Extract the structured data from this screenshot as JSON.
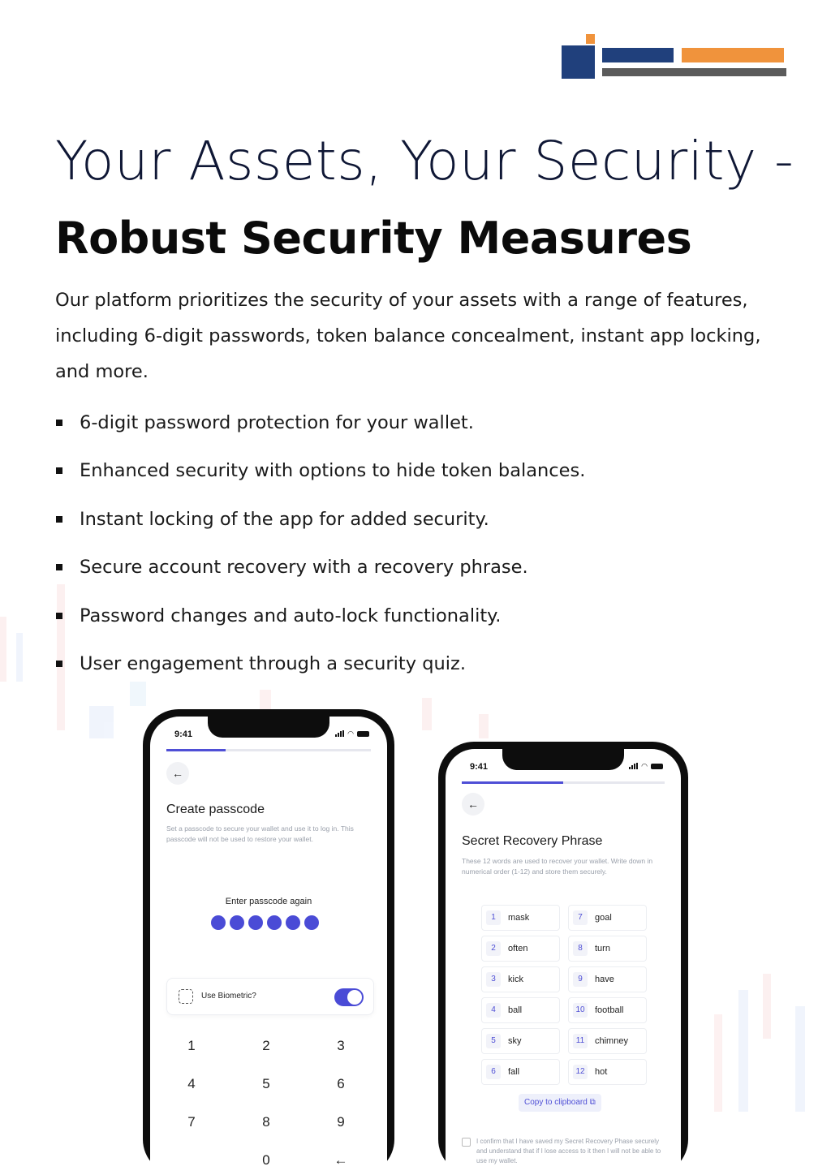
{
  "header": {
    "title_line1": "Your Assets, Your Security -",
    "title_line2": "Robust Security Measures",
    "intro": "Our platform prioritizes the security of your assets with a range of features, including 6-digit passwords, token balance concealment, instant app locking, and more."
  },
  "features": [
    "6-digit password protection for your wallet.",
    "Enhanced security with options to hide token balances.",
    "Instant locking of the app for added security.",
    "Secure account recovery with a recovery phrase.",
    "Password changes and auto-lock functionality.",
    "User engagement through a security quiz."
  ],
  "colors": {
    "brand_blue": "#20407c",
    "brand_orange": "#f0933c",
    "accent": "#4a4bd6"
  },
  "phone1": {
    "time": "9:41",
    "title": "Create passcode",
    "description": "Set a passcode to secure your wallet and use it to log in. This passcode will not be used to restore your wallet.",
    "prompt": "Enter passcode again",
    "passcode_filled": 6,
    "biometric_label": "Use Biometric?",
    "biometric_on": true,
    "keys": [
      "1",
      "2",
      "3",
      "4",
      "5",
      "6",
      "7",
      "8",
      "9",
      "0",
      "←"
    ],
    "back_icon": "arrow-left-icon"
  },
  "phone2": {
    "time": "9:41",
    "title": "Secret Recovery Phrase",
    "description": "These 12 words are used to recover your wallet. Write down in numerical order (1-12) and store them securely.",
    "words": [
      {
        "n": "1",
        "w": "mask"
      },
      {
        "n": "7",
        "w": "goal"
      },
      {
        "n": "2",
        "w": "often"
      },
      {
        "n": "8",
        "w": "turn"
      },
      {
        "n": "3",
        "w": "kick"
      },
      {
        "n": "9",
        "w": "have"
      },
      {
        "n": "4",
        "w": "ball"
      },
      {
        "n": "10",
        "w": "football"
      },
      {
        "n": "5",
        "w": "sky"
      },
      {
        "n": "11",
        "w": "chimney"
      },
      {
        "n": "6",
        "w": "fall"
      },
      {
        "n": "12",
        "w": "hot"
      }
    ],
    "copy_label": "Copy to clipboard",
    "confirm_text": "I confirm that I have saved my Secret Recovery Phase securely and understand that if I lose access to it then I will not be able to use my wallet."
  }
}
